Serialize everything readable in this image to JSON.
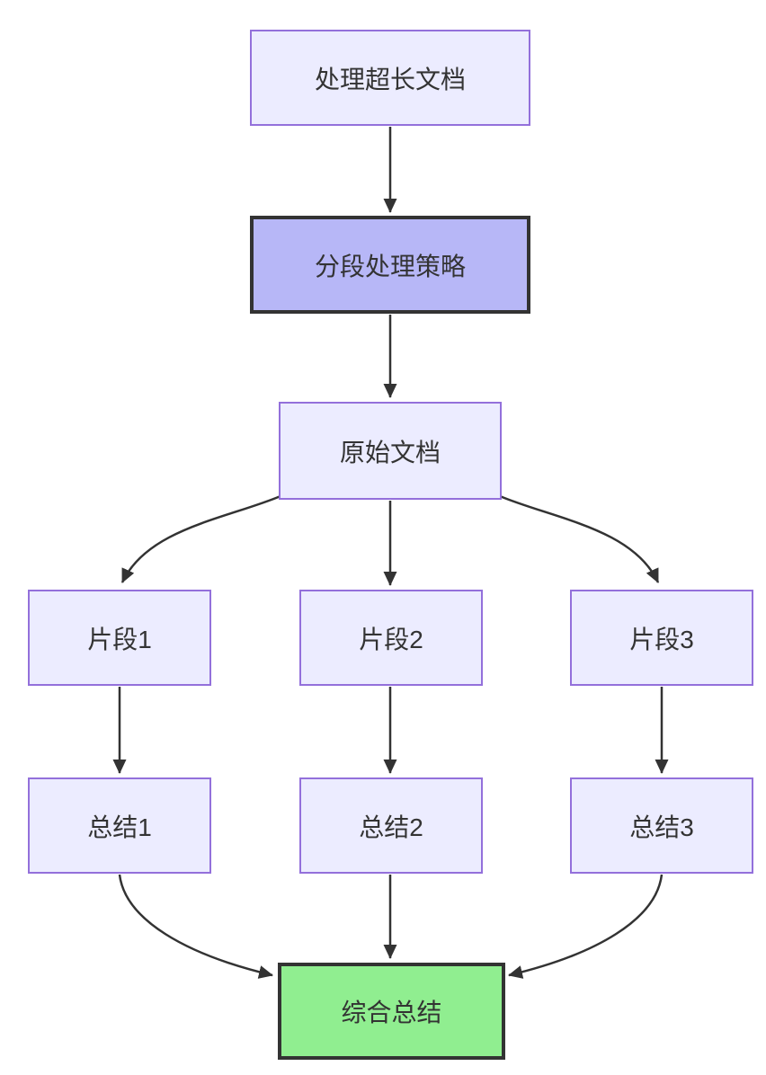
{
  "diagram": {
    "type": "flowchart",
    "direction": "top-down",
    "nodes": [
      {
        "id": "A",
        "label": "处理超长文档",
        "style": "default"
      },
      {
        "id": "B",
        "label": "分段处理策略",
        "style": "highlight-purple"
      },
      {
        "id": "C",
        "label": "原始文档",
        "style": "default"
      },
      {
        "id": "D1",
        "label": "片段1",
        "style": "default"
      },
      {
        "id": "D2",
        "label": "片段2",
        "style": "default"
      },
      {
        "id": "D3",
        "label": "片段3",
        "style": "default"
      },
      {
        "id": "E1",
        "label": "总结1",
        "style": "default"
      },
      {
        "id": "E2",
        "label": "总结2",
        "style": "default"
      },
      {
        "id": "E3",
        "label": "总结3",
        "style": "default"
      },
      {
        "id": "F",
        "label": "综合总结",
        "style": "highlight-green"
      }
    ],
    "edges": [
      {
        "from": "A",
        "to": "B"
      },
      {
        "from": "B",
        "to": "C"
      },
      {
        "from": "C",
        "to": "D1"
      },
      {
        "from": "C",
        "to": "D2"
      },
      {
        "from": "C",
        "to": "D3"
      },
      {
        "from": "D1",
        "to": "E1"
      },
      {
        "from": "D2",
        "to": "E2"
      },
      {
        "from": "D3",
        "to": "E3"
      },
      {
        "from": "E1",
        "to": "F"
      },
      {
        "from": "E2",
        "to": "F"
      },
      {
        "from": "E3",
        "to": "F"
      }
    ],
    "colors": {
      "node_fill": "#ECECFF",
      "node_border": "#9370DB",
      "strategy_node_fill": "#B7B7F7",
      "strategy_node_border": "#333333",
      "summary_node_fill": "#90EE90",
      "summary_node_border": "#333333",
      "edge": "#333333",
      "text": "#333333",
      "background": "#FFFFFF"
    }
  }
}
